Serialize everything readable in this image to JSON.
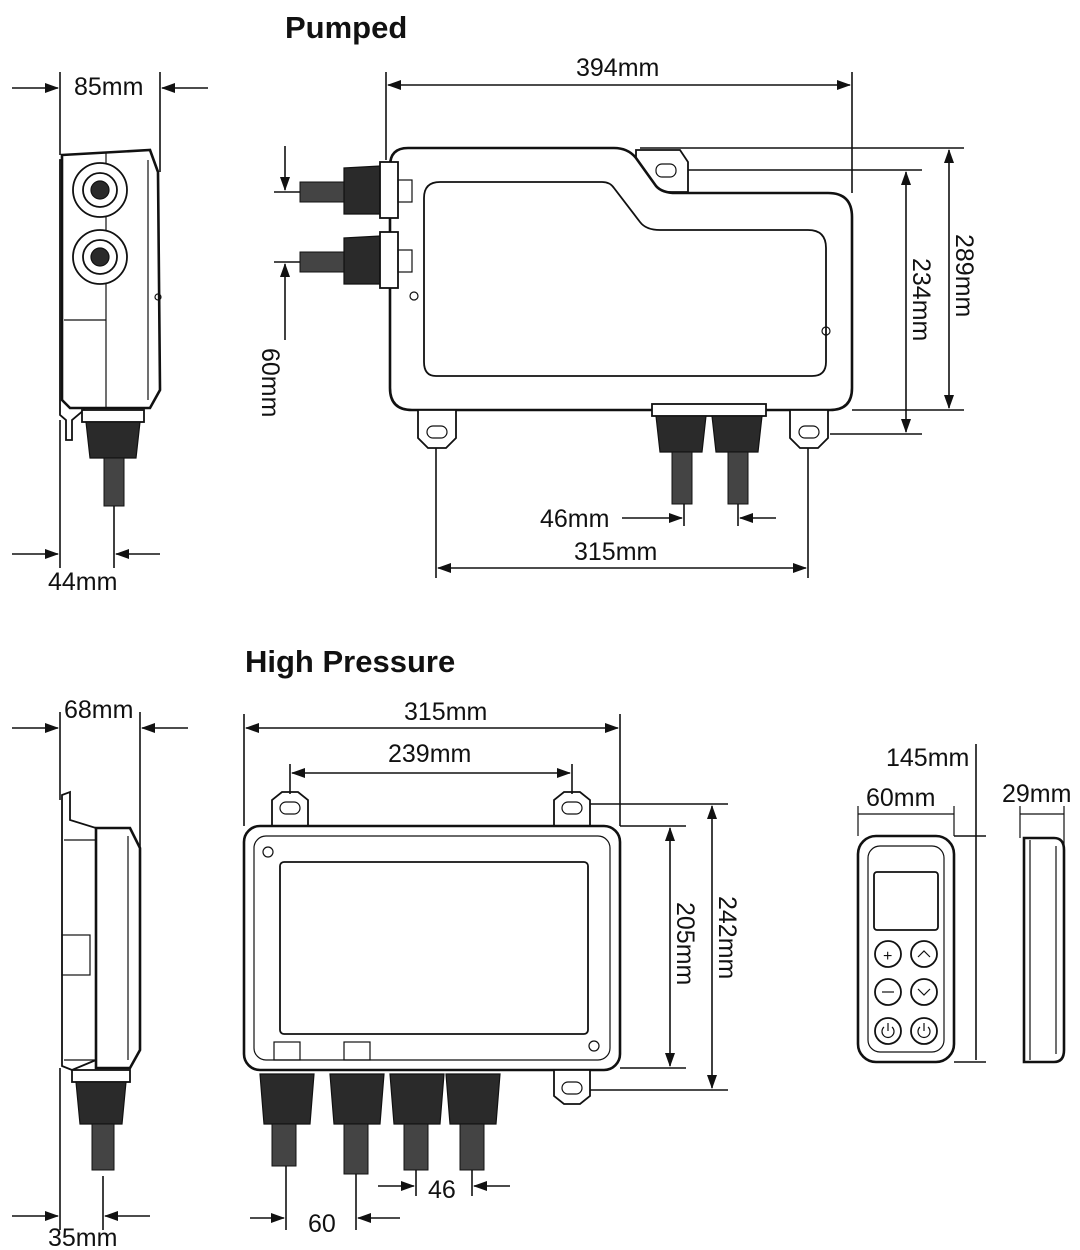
{
  "sections": {
    "pumped": {
      "title": "Pumped"
    },
    "high_pressure": {
      "title": "High Pressure"
    }
  },
  "pumped": {
    "side_depth": "85mm",
    "side_outlet_offset": "44mm",
    "width": "394mm",
    "inlet_spacing": "60mm",
    "body_height": "234mm",
    "overall_height": "289mm",
    "outlet_spacing": "46mm",
    "bracket_spacing": "315mm"
  },
  "high_pressure": {
    "side_depth": "68mm",
    "side_outlet_offset": "35mm",
    "width": "315mm",
    "bracket_spacing": "239mm",
    "body_height": "205mm",
    "overall_height": "242mm",
    "outlet_spacing_a": "46",
    "outlet_spacing_b": "60"
  },
  "remote": {
    "height": "145mm",
    "width": "60mm",
    "depth": "29mm",
    "buttons": [
      "+",
      "^",
      "−",
      "v",
      "power",
      "power"
    ]
  }
}
